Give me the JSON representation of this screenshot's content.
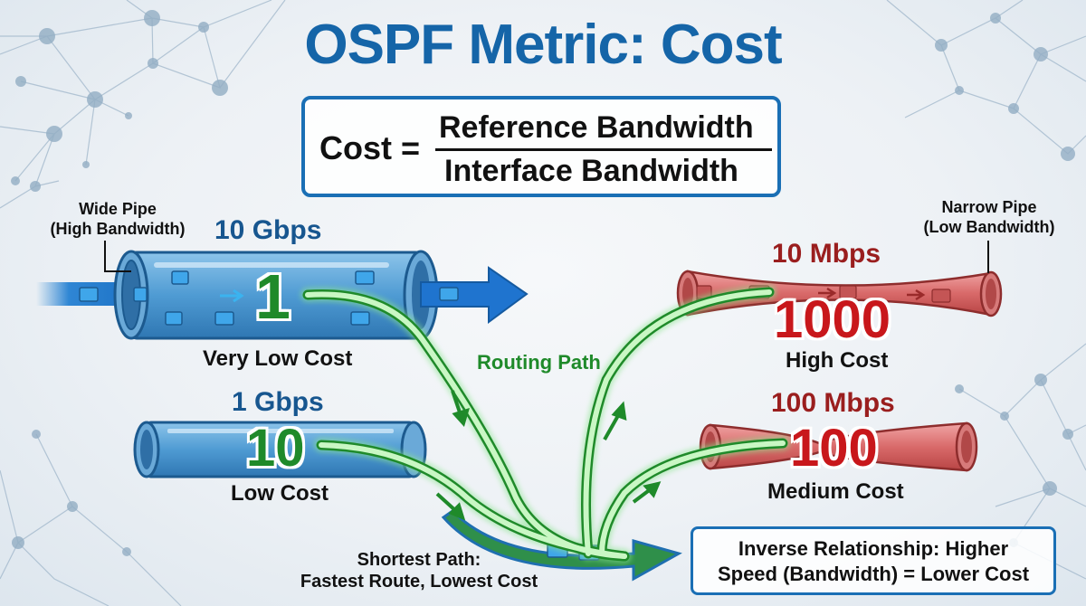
{
  "title": "OSPF Metric: Cost",
  "formula": {
    "lhs": "Cost =",
    "numerator": "Reference Bandwidth",
    "denominator": "Interface Bandwidth"
  },
  "callouts": {
    "wide_pipe": [
      "Wide Pipe",
      "(High Bandwidth)"
    ],
    "narrow_pipe": [
      "Narrow Pipe",
      "(Low Bandwidth)"
    ]
  },
  "links": [
    {
      "speed": "10 Gbps",
      "cost": "1",
      "cost_label": "Very Low Cost",
      "kind": "wide"
    },
    {
      "speed": "1 Gbps",
      "cost": "10",
      "cost_label": "Low Cost",
      "kind": "medium-blue"
    },
    {
      "speed": "10 Mbps",
      "cost": "1000",
      "cost_label": "High Cost",
      "kind": "narrow"
    },
    {
      "speed": "100 Mbps",
      "cost": "100",
      "cost_label": "Medium Cost",
      "kind": "medium-red"
    }
  ],
  "routing_label": "Routing Path",
  "shortest_path": [
    "Shortest Path:",
    "Fastest Route, Lowest Cost"
  ],
  "inverse_note": [
    "Inverse Relationship: Higher",
    "Speed (Bandwidth) = Lower Cost"
  ],
  "colors": {
    "title_blue": "#1565a8",
    "pipe_blue": "#4f9bd3",
    "pipe_red": "#d96a6a",
    "route_green": "#2fa53a",
    "cost_green": "#1f8a2a",
    "cost_red": "#c8171b"
  }
}
